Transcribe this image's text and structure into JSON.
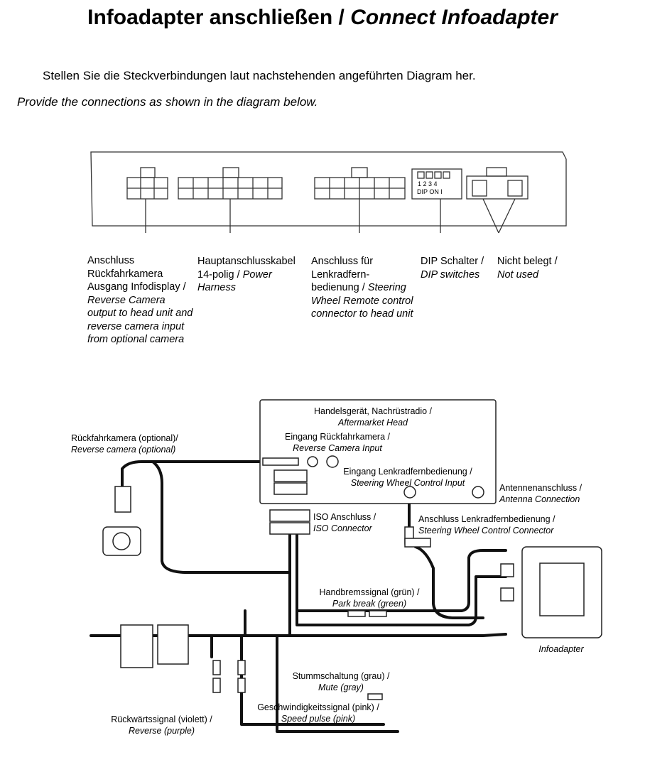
{
  "title": {
    "de": "Infoadapter anschließen / ",
    "en": "Connect Infoadapter"
  },
  "intro": {
    "de": "Stellen Sie die Steckverbindungen laut nachstehenden angeführten Diagram her.",
    "en": "Provide the connections as shown in the diagram below."
  },
  "module_labels": [
    {
      "de": "Anschluss Rückfahrkamera Ausgang Infodisplay / ",
      "en": "Reverse Camera output to head unit and reverse camera input from optional camera"
    },
    {
      "de": "Hauptanschlusskabel 14-polig / ",
      "en": "Power Harness"
    },
    {
      "de": "Anschluss für Lenkradfern-bedienung / ",
      "en": "Steering Wheel Remote control connector to head unit"
    },
    {
      "de": "DIP Schalter / ",
      "en": "DIP switches"
    },
    {
      "de": "Nicht belegt / ",
      "en": "Not used"
    }
  ],
  "dip_numbers": "1 2 3 4",
  "dip_text": "DIP  ON I",
  "wiring": {
    "head_unit": {
      "de": "Handelsgerät, Nachrüstradio /",
      "en": "Aftermarket Head"
    },
    "camera_input": {
      "de": "Eingang Rückfahrkamera /",
      "en": "Reverse Camera Input"
    },
    "swc_input": {
      "de": "Eingang Lenkradfernbedienung /",
      "en": "Steering Wheel Control Input"
    },
    "antenna": {
      "de": "Antennenanschluss /",
      "en": "Antenna Connection"
    },
    "reverse_camera": {
      "de": "Rückfahrkamera (optional)/",
      "en": "Reverse camera (optional)"
    },
    "iso": {
      "de": "ISO Anschluss /",
      "en": "ISO Connector"
    },
    "swc_connector": {
      "de": "Anschluss Lenkradfernbedienung /",
      "en": "Steering Wheel Control Connector"
    },
    "handbrake": {
      "de": "Handbremssignal (grün) /",
      "en": "Park break (green)"
    },
    "infoadapter": "Infoadapter",
    "mute": {
      "de": "Stummschaltung (grau) /",
      "en": "Mute (gray)"
    },
    "speed": {
      "de": "Geschwindigkeitssignal (pink) /",
      "en": "Speed pulse (pink)"
    },
    "reverse_signal": {
      "de": "Rückwärtssignal (violett) /",
      "en": "Reverse (purple)"
    }
  }
}
